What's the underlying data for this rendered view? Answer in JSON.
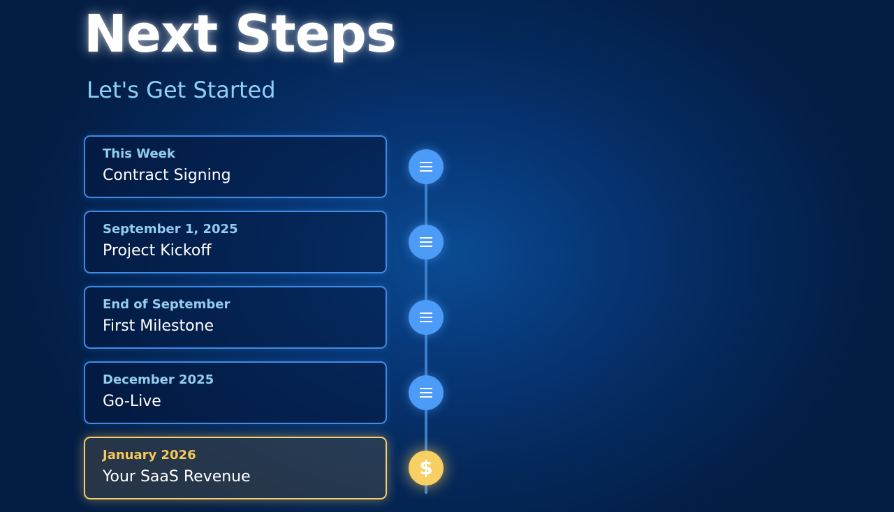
{
  "header": {
    "title": "Next Steps",
    "subtitle": "Let's Get Started"
  },
  "steps": [
    {
      "date": "This Week",
      "title": "Contract Signing",
      "icon": "list-icon"
    },
    {
      "date": "September 1, 2025",
      "title": "Project Kickoff",
      "icon": "list-icon"
    },
    {
      "date": "End of September",
      "title": "First Milestone",
      "icon": "list-icon"
    },
    {
      "date": "December 2025",
      "title": "Go-Live",
      "icon": "list-icon"
    },
    {
      "date": "January 2026",
      "title": "Your SaaS Revenue",
      "icon": "dollar-icon",
      "icon_glyph": "$",
      "highlight": true
    }
  ],
  "colors": {
    "background": "#04285a",
    "accent_blue": "#4b9bf7",
    "accent_gold": "#f7cf62",
    "date_text": "#93cdef",
    "subtitle_text": "#8fd0f6"
  }
}
